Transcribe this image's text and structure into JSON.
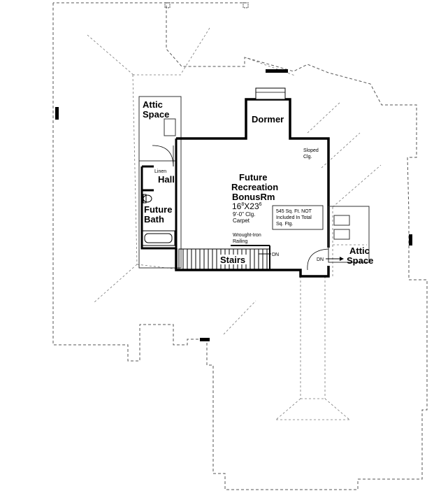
{
  "rooms": {
    "attic_space_left": {
      "line1": "Attic",
      "line2": "Space"
    },
    "dormer": "Dormer",
    "sloped_clg": {
      "line1": "Sloped",
      "line2": "Clg."
    },
    "linen": "Linen",
    "hall": "Hall",
    "future_bath": {
      "line1": "Future",
      "line2": "Bath"
    },
    "bonus_room": {
      "line1": "Future",
      "line2": "Recreation",
      "line3": "BonusRm",
      "dims_ft_a": "16",
      "dims_in_a": "8",
      "dims_x": "X",
      "dims_ft_b": "23",
      "dims_in_b": "6",
      "ceiling": "9'-0\" Clg.",
      "floor": "Carpet"
    },
    "note": {
      "line1": "545 Sq. Ft. NOT",
      "line2": "Included In Total",
      "line3": "Sq. Ftg."
    },
    "railing": {
      "line1": "Wrought-Iron",
      "line2": "Railing"
    },
    "stairs": "Stairs",
    "dn_stairs": "DN",
    "dn_right": "DN",
    "attic_space_right": {
      "line1": "Attic",
      "line2": "Space"
    }
  },
  "colors": {
    "walls": "#000000",
    "roofline": "#555555",
    "background": "#ffffff"
  }
}
